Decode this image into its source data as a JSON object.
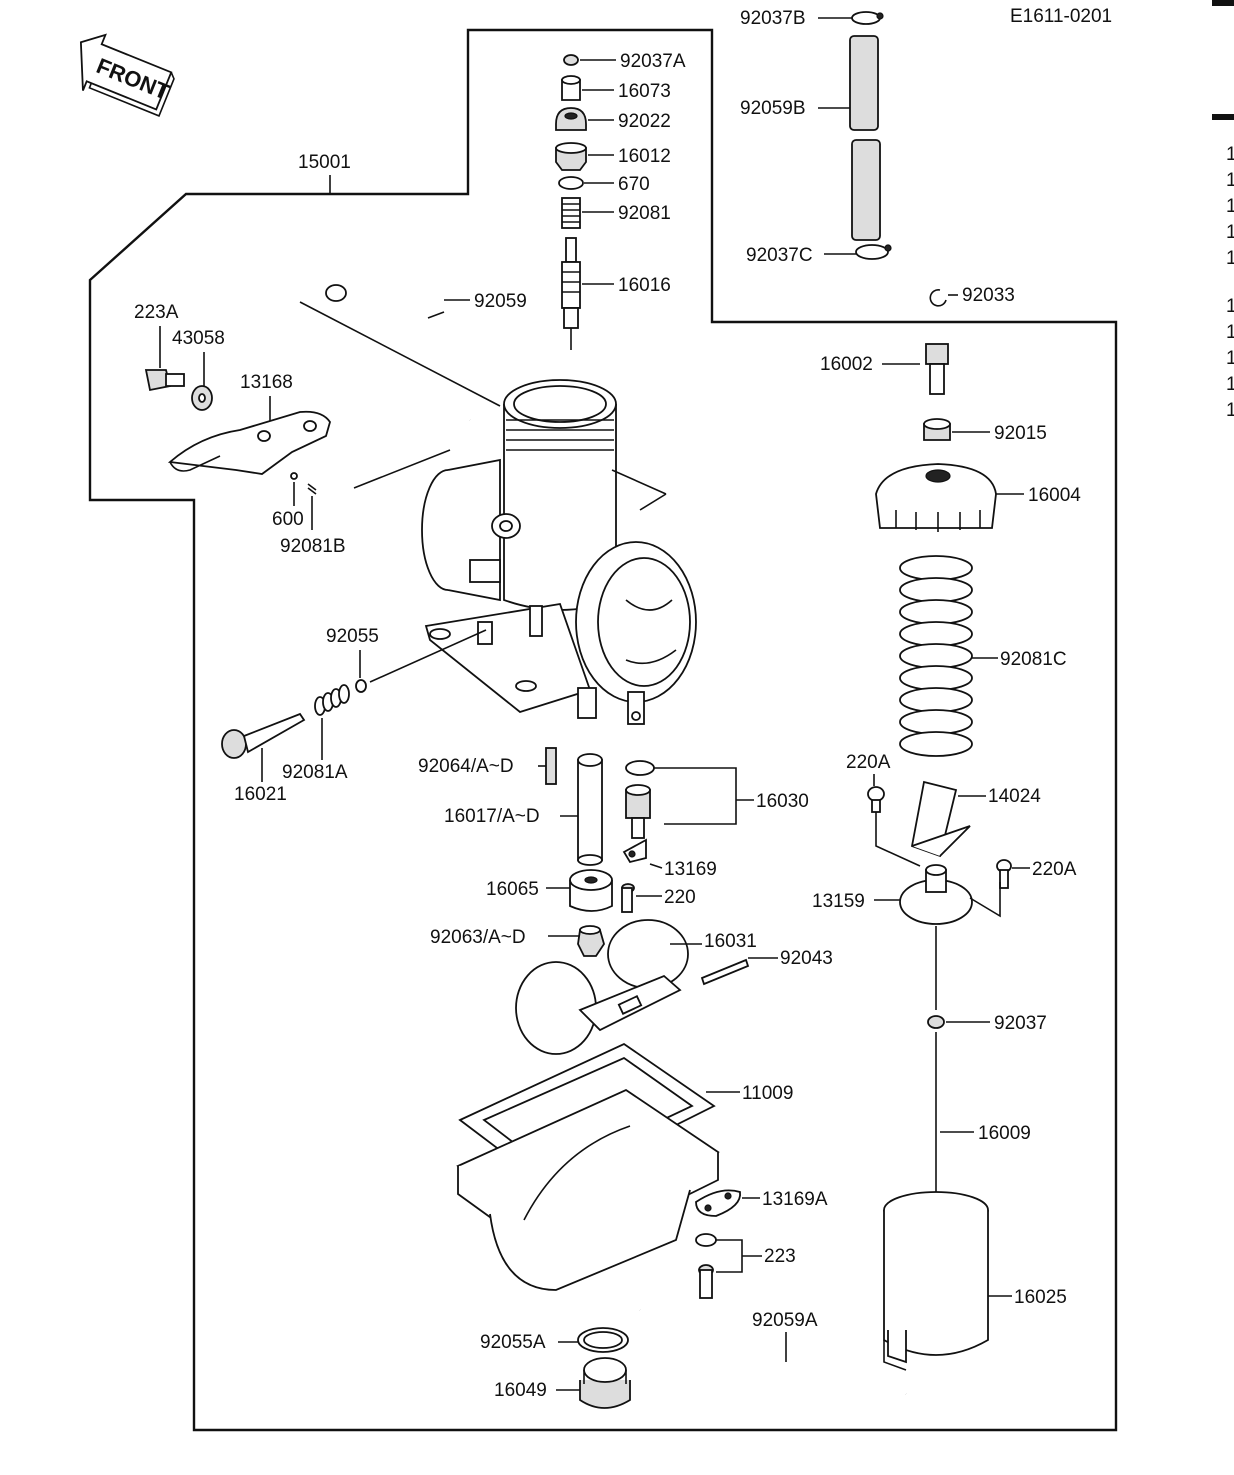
{
  "diagram_code": "E1611-0201",
  "front_label": "FRONT",
  "labels": {
    "p92037B": "92037B",
    "p92059B": "92059B",
    "p92037C": "92037C",
    "p92033": "92033",
    "p92037A": "92037A",
    "p16073": "16073",
    "p92022": "92022",
    "p16012": "16012",
    "p670": "670",
    "p92081": "92081",
    "p16016": "16016",
    "p92059": "92059",
    "p15001": "15001",
    "p223A": "223A",
    "p43058": "43058",
    "p13168": "13168",
    "p600": "600",
    "p92081B": "92081B",
    "p92055": "92055",
    "p16021": "16021",
    "p92081A": "92081A",
    "p92064": "92064/A~D",
    "p16017": "16017/A~D",
    "p16030": "16030",
    "p13169": "13169",
    "p16065": "16065",
    "p220": "220",
    "p92063": "92063/A~D",
    "p16031": "16031",
    "p92043": "92043",
    "p11009": "11009",
    "p13169A": "13169A",
    "p223": "223",
    "p92055A": "92055A",
    "p16049": "16049",
    "p92059A": "92059A",
    "p16002": "16002",
    "p92015": "92015",
    "p16004": "16004",
    "p92081C": "92081C",
    "p220A_1": "220A",
    "p14024": "14024",
    "p220A_2": "220A",
    "p13159": "13159",
    "p92037": "92037",
    "p16009": "16009",
    "p16025": "16025"
  },
  "edge_marks": [
    "1",
    "1",
    "1",
    "1",
    "1",
    "1",
    "1",
    "1",
    "1",
    "1"
  ]
}
